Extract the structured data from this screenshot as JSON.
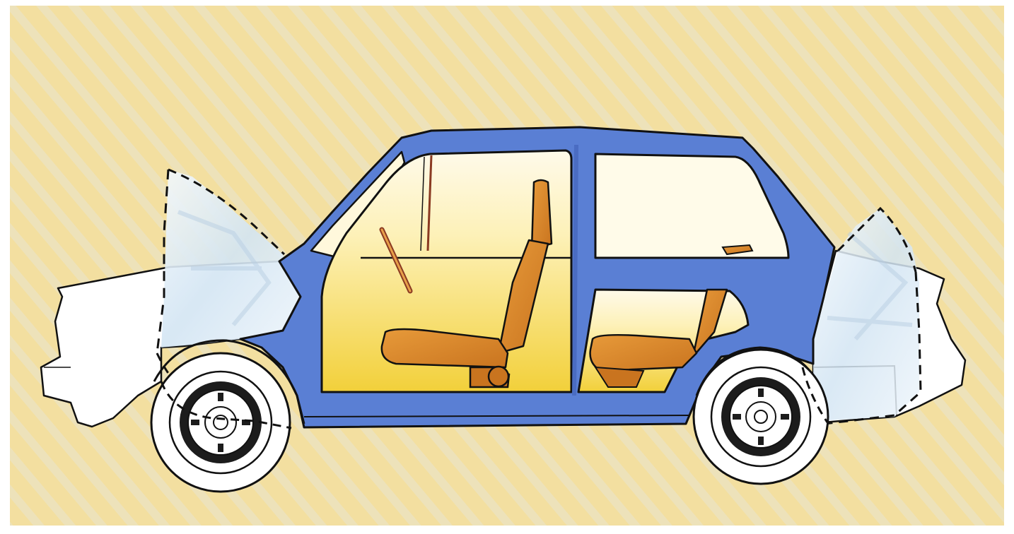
{
  "figure": {
    "colors": {
      "border": "#ffffff",
      "background": "#f3dfa0",
      "background_stripe": "#e4e6e2",
      "body_shell": "#5a7fd4",
      "body_shell_shade": "#4a6cc2",
      "outline": "#111111",
      "crumple_zone": "#cfe2f2",
      "crumple_zone_light": "#eef5fb",
      "panel_white": "#ffffff",
      "glass": "#fffdf2",
      "interior_top": "#fdf6cf",
      "interior_bottom": "#f0cf38",
      "seat": "#d9862a",
      "seat_shade": "#b86a1c",
      "tire": "#ffffff",
      "hubcap_dark": "#1c1c1c"
    },
    "parts": [
      "passenger-cell",
      "front-crumple-zone",
      "rear-crumple-zone",
      "front-seat",
      "rear-seat",
      "front-wheel",
      "rear-wheel"
    ]
  }
}
